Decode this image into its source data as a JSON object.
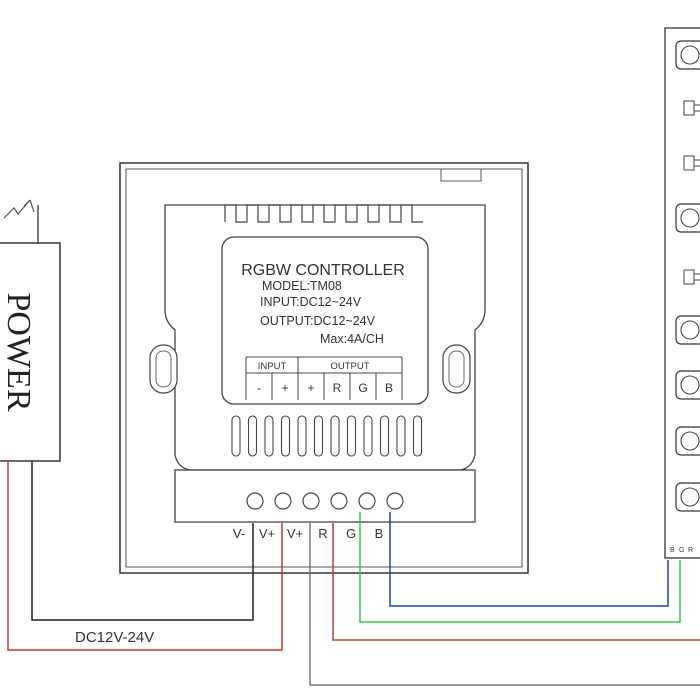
{
  "power": {
    "label": "POWER"
  },
  "controller": {
    "title": "RGBW CONTROLLER",
    "model": "MODEL:TM08",
    "input": "INPUT:DC12~24V",
    "output": "OUTPUT:DC12~24V",
    "max": "Max:4A/CH",
    "table": {
      "input_header": "INPUT",
      "output_header": "OUTPUT",
      "cells": [
        "-",
        "+",
        "+",
        "R",
        "G",
        "B"
      ]
    }
  },
  "terminals": [
    "V-",
    "V+",
    "V+",
    "R",
    "G",
    "B"
  ],
  "supply_label": "DC12V-24V",
  "strip_terminals": [
    "B",
    "G",
    "R"
  ],
  "colors": {
    "wire_black": "#222222",
    "wire_red": "#c0392b",
    "wire_green": "#2ecc40",
    "wire_blue": "#1f3fbf",
    "wire_gray": "#777777"
  }
}
